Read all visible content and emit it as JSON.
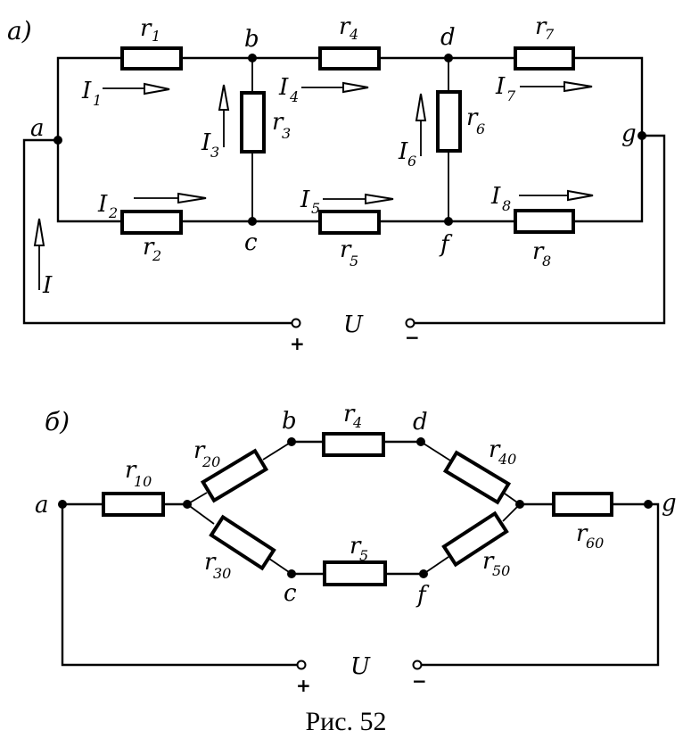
{
  "figure": {
    "caption": "Рис. 52",
    "part_a": {
      "label": "а)",
      "nodes": {
        "a": "a",
        "b": "b",
        "c": "c",
        "d": "d",
        "f": "f",
        "g": "g"
      },
      "resistors": [
        {
          "id": "r1",
          "base": "r",
          "sub": "1",
          "between": [
            "a",
            "b"
          ]
        },
        {
          "id": "r2",
          "base": "r",
          "sub": "2",
          "between": [
            "a",
            "c"
          ]
        },
        {
          "id": "r3",
          "base": "r",
          "sub": "3",
          "between": [
            "c",
            "b"
          ]
        },
        {
          "id": "r4",
          "base": "r",
          "sub": "4",
          "between": [
            "b",
            "d"
          ]
        },
        {
          "id": "r5",
          "base": "r",
          "sub": "5",
          "between": [
            "c",
            "f"
          ]
        },
        {
          "id": "r6",
          "base": "r",
          "sub": "6",
          "between": [
            "f",
            "d"
          ]
        },
        {
          "id": "r7",
          "base": "r",
          "sub": "7",
          "between": [
            "d",
            "g"
          ]
        },
        {
          "id": "r8",
          "base": "r",
          "sub": "8",
          "between": [
            "f",
            "g"
          ]
        }
      ],
      "currents": [
        {
          "id": "I",
          "base": "I",
          "sub": "",
          "direction": "up"
        },
        {
          "id": "I1",
          "base": "I",
          "sub": "1",
          "direction": "right"
        },
        {
          "id": "I2",
          "base": "I",
          "sub": "2",
          "direction": "right"
        },
        {
          "id": "I3",
          "base": "I",
          "sub": "3",
          "direction": "up"
        },
        {
          "id": "I4",
          "base": "I",
          "sub": "4",
          "direction": "right"
        },
        {
          "id": "I5",
          "base": "I",
          "sub": "5",
          "direction": "right"
        },
        {
          "id": "I6",
          "base": "I",
          "sub": "6",
          "direction": "up"
        },
        {
          "id": "I7",
          "base": "I",
          "sub": "7",
          "direction": "right"
        },
        {
          "id": "I8",
          "base": "I",
          "sub": "8",
          "direction": "right"
        }
      ],
      "source": {
        "label": "U",
        "plus": "+",
        "minus": "−"
      }
    },
    "part_b": {
      "label": "б)",
      "nodes": {
        "a": "a",
        "b": "b",
        "c": "c",
        "d": "d",
        "f": "f",
        "g": "g"
      },
      "resistors": [
        {
          "id": "r10",
          "base": "r",
          "sub": "10"
        },
        {
          "id": "r20",
          "base": "r",
          "sub": "20"
        },
        {
          "id": "r30",
          "base": "r",
          "sub": "30"
        },
        {
          "id": "r4",
          "base": "r",
          "sub": "4"
        },
        {
          "id": "r5",
          "base": "r",
          "sub": "5"
        },
        {
          "id": "r40",
          "base": "r",
          "sub": "40"
        },
        {
          "id": "r50",
          "base": "r",
          "sub": "50"
        },
        {
          "id": "r60",
          "base": "r",
          "sub": "60"
        }
      ],
      "source": {
        "label": "U",
        "plus": "+",
        "minus": "−"
      }
    }
  }
}
